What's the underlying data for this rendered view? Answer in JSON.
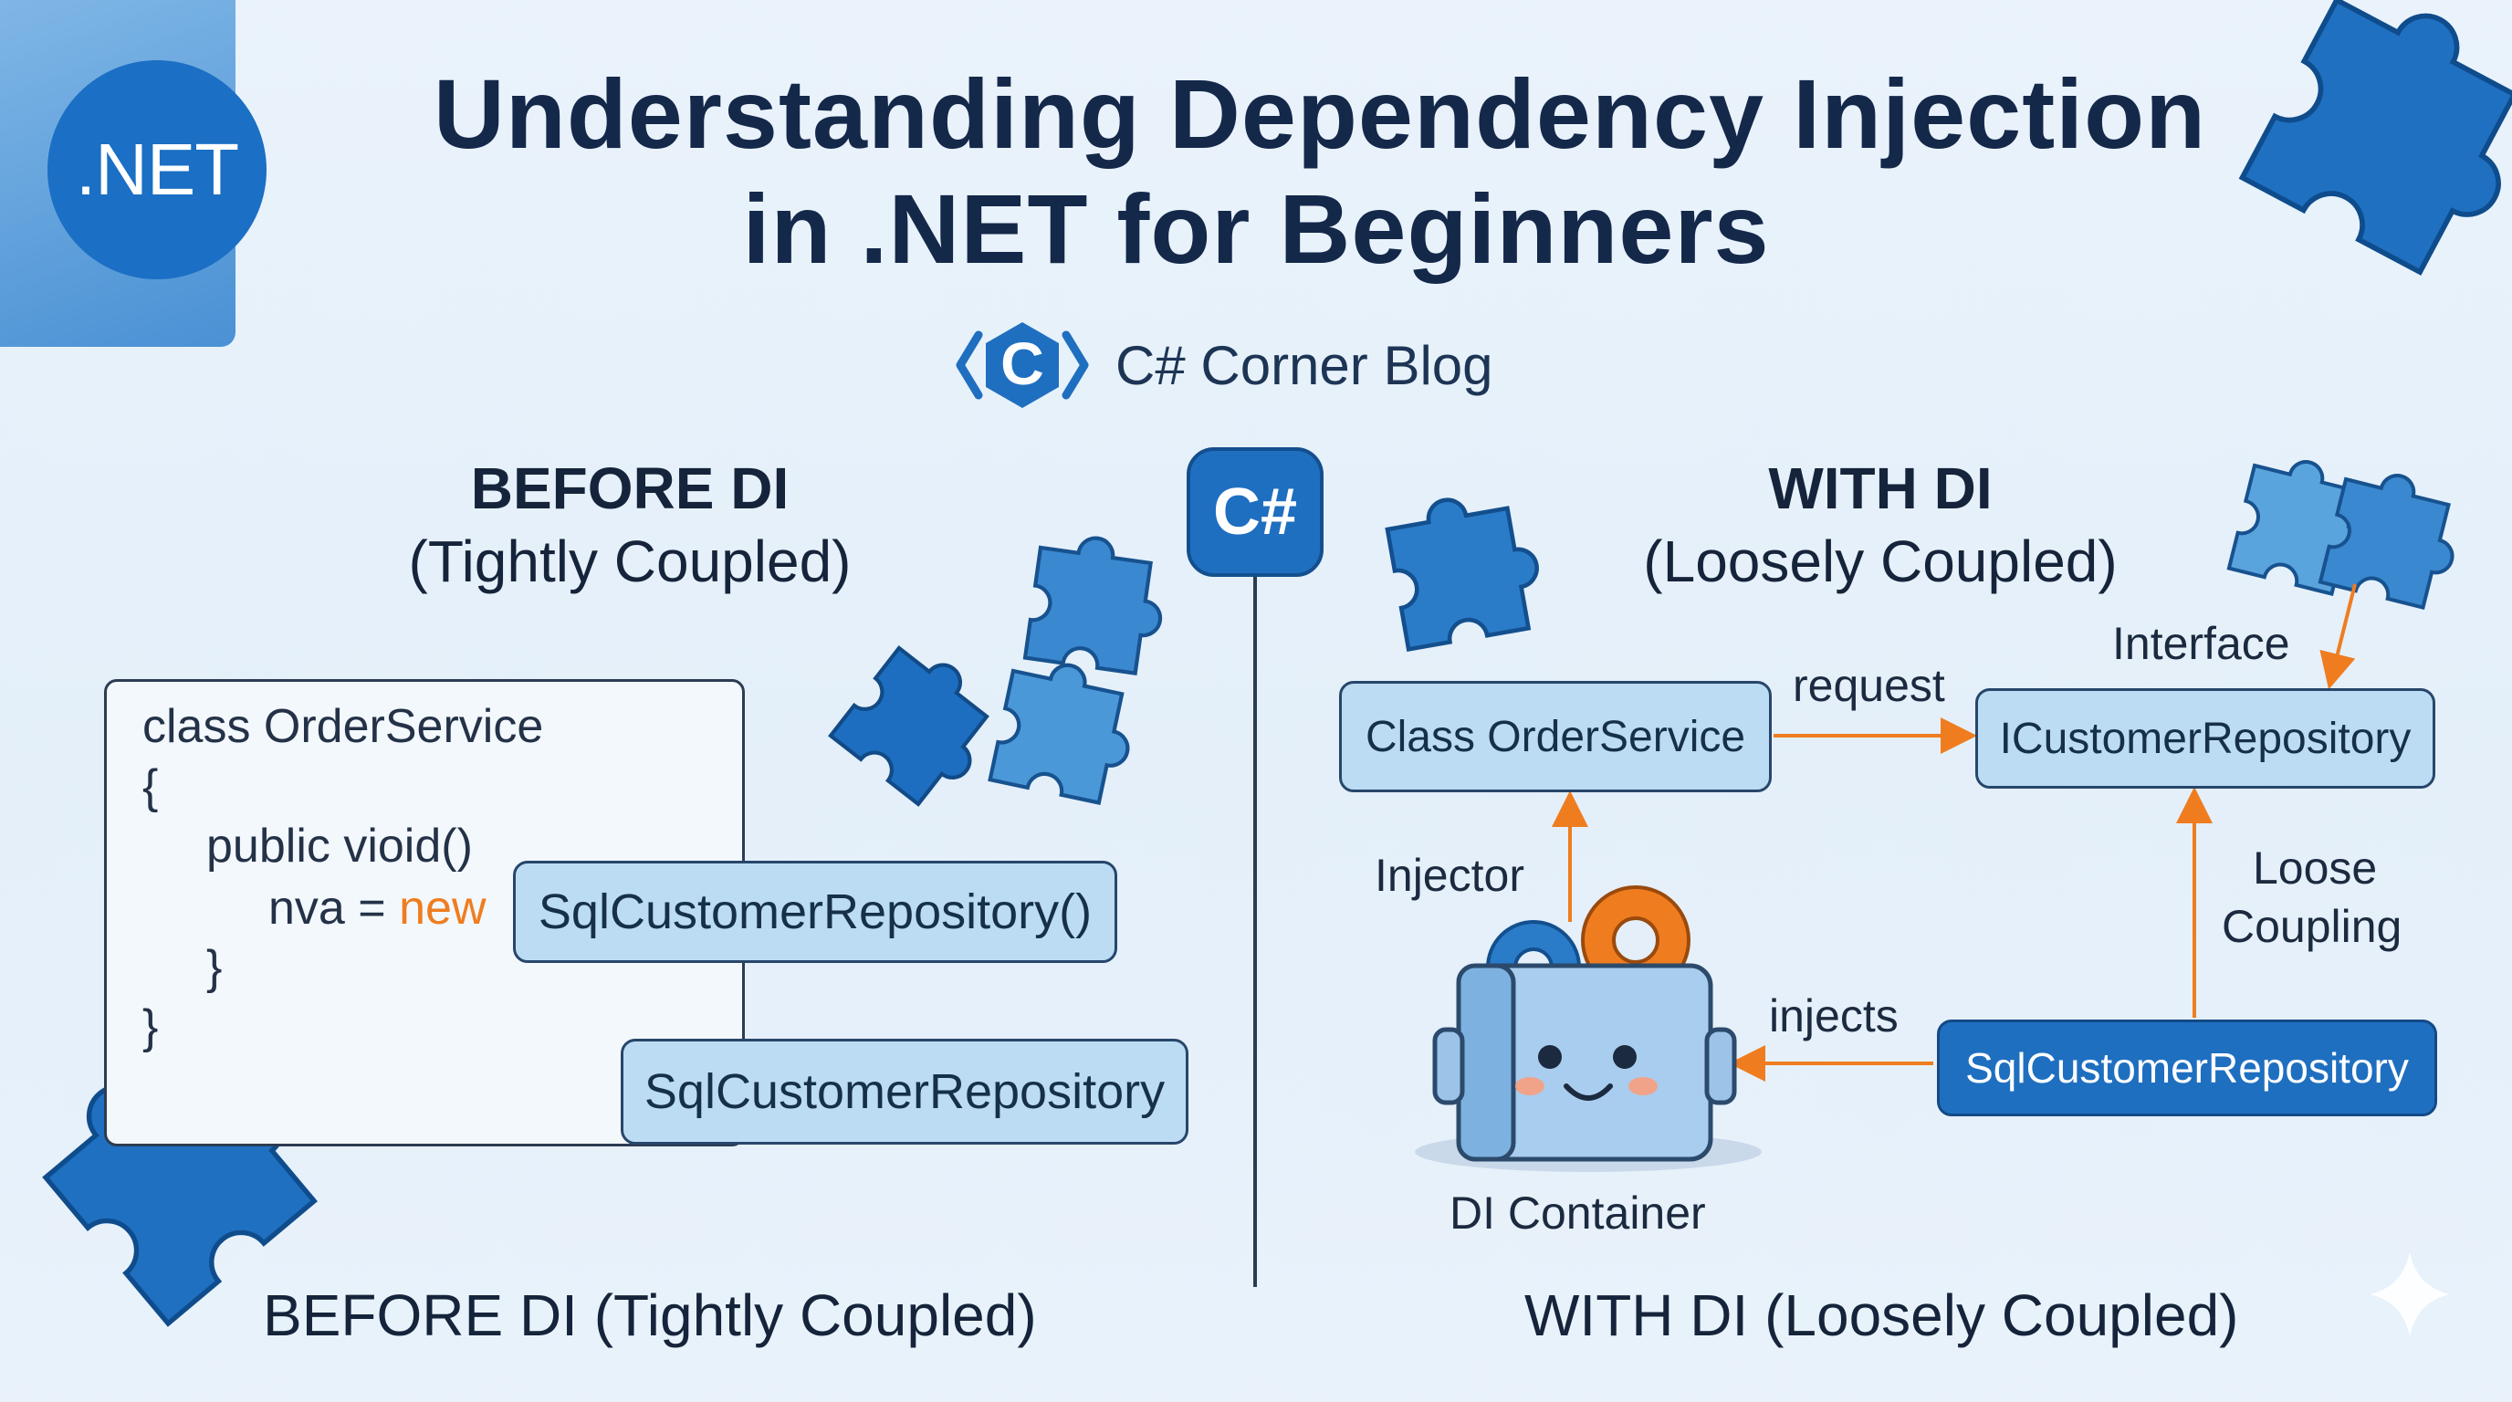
{
  "brand": {
    "dotnet_badge": ".NET",
    "csharp_badge": "C#",
    "blog_name": "C# Corner Blog",
    "blog_logo_letter": "C",
    "accent_color": "#1f6fc0",
    "arrow_color": "#ef7d1f"
  },
  "title": {
    "line1": "Understanding Dependency Injection",
    "line2": "in .NET for Beginners"
  },
  "before": {
    "heading": "BEFORE DI",
    "subheading": "(Tightly Coupled)",
    "code_lines": [
      "class OrderService",
      "{",
      "public vioid()",
      "nva = ",
      "new",
      "}",
      "}"
    ],
    "inline_pill": "SqlCustomerRepository()",
    "target_pill": "SqlCustomerRepository",
    "footer": "BEFORE DI (Tightly Coupled)"
  },
  "with": {
    "heading": "WITH DI",
    "subheading": "(Loosely Coupled)",
    "order_service": "Class OrderService",
    "interface_box": "ICustomerRepository",
    "interface_label": "Interface",
    "request_label": "request",
    "injector_label": "Injector",
    "loose_label_1": "Loose",
    "loose_label_2": "Coupling",
    "injects_label": "injects",
    "sql_repo": "SqlCustomerRepository",
    "container_label": "DI Container",
    "footer": "WITH DI (Loosely Coupled)"
  },
  "icons": [
    "puzzle-piece-icon",
    "gear-icon",
    "robot-box-icon",
    "sparkle-icon"
  ]
}
